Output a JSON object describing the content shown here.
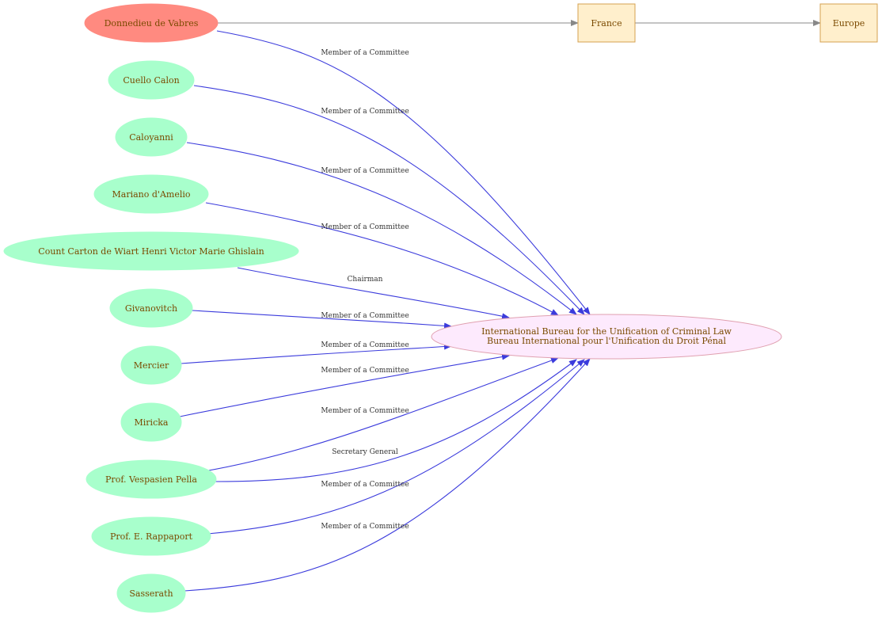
{
  "colors": {
    "person_fill": "#a8ffcc",
    "highlight_fill": "#ff8a80",
    "org_fill": "#fdeafd",
    "org_stroke": "#e0a0b0",
    "place_fill": "#ffefcc",
    "place_stroke": "#d4a050",
    "label_text": "#7a4a00",
    "edge": "#3b3bdc",
    "edge_place": "#888888"
  },
  "nodes": {
    "donnedieu": "Donnedieu de Vabres",
    "cuello": "Cuello Calon",
    "caloyanni": "Caloyanni",
    "mariano": "Mariano d'Amelio",
    "carton": "Count Carton de Wiart Henri Victor Marie Ghislain",
    "givanovitch": "Givanovitch",
    "mercier": "Mercier",
    "miricka": "Miricka",
    "pella": "Prof. Vespasien Pella",
    "rappaport": "Prof. E. Rappaport",
    "sasserath": "Sasserath",
    "bureau_line1": "International Bureau for the Unification of Criminal Law",
    "bureau_line2": "Bureau International pour l'Unification du Droit Pénal",
    "france": "France",
    "europe": "Europe"
  },
  "edges": {
    "donnedieu": "Member of a Committee",
    "cuello": "Member of a Committee",
    "caloyanni": "Member of a Committee",
    "mariano": "Member of a Committee",
    "carton": "Chairman",
    "givanovitch": "Member of a Committee",
    "mercier": "Member of a Committee",
    "miricka": "Member of a Committee",
    "pella_member": "Member of a Committee",
    "pella_secretary": "Secretary General",
    "rappaport": "Member of a Committee",
    "sasserath": "Member of a Committee"
  }
}
